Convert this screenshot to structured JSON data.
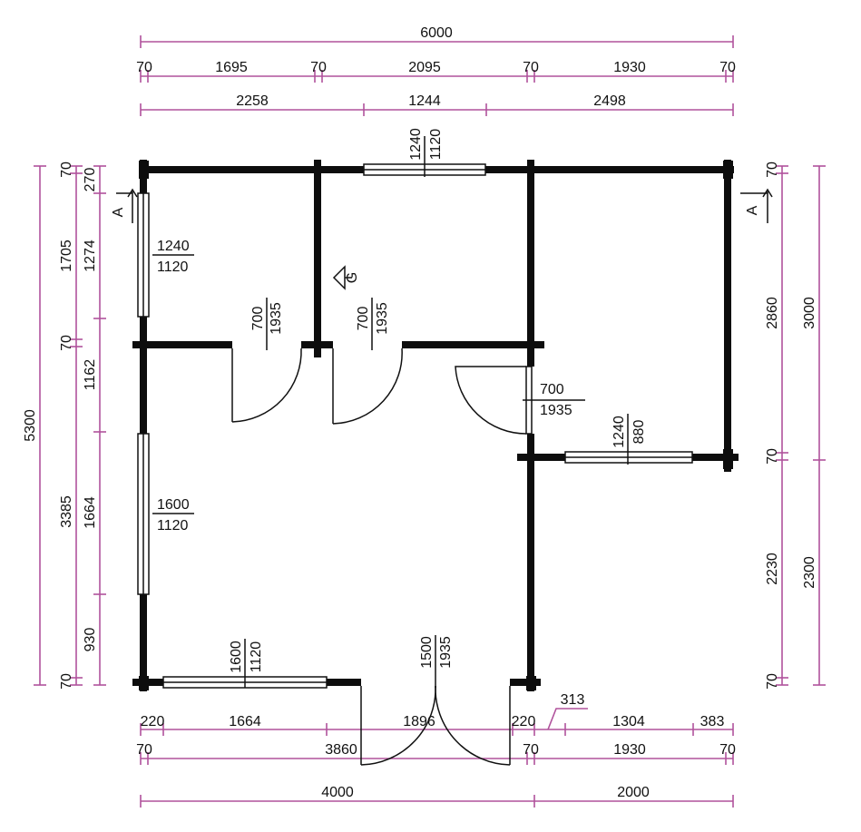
{
  "colors": {
    "dimension": "#b0529c",
    "wall": "#0d0d0d"
  },
  "dimensions": {
    "top_total": "6000",
    "top_row2": [
      "70",
      "1695",
      "70",
      "2095",
      "70",
      "1930",
      "70"
    ],
    "top_row3": [
      "2258",
      "1244",
      "2498"
    ],
    "left_outer": "5300",
    "left_mid": [
      "70",
      "1705",
      "70",
      "3385",
      "70"
    ],
    "left_inner": [
      "270",
      "1274",
      "1162",
      "1664",
      "930"
    ],
    "right_inner": [
      "70",
      "2860",
      "70",
      "2230",
      "70"
    ],
    "right_outer": [
      "3000",
      "2300"
    ],
    "bottom_row1": [
      "220",
      "1664",
      "1896",
      "220",
      "313",
      "1304",
      "383"
    ],
    "bottom_row2": [
      "70",
      "3860",
      "70",
      "1930",
      "70"
    ],
    "bottom_total": [
      "4000",
      "2000"
    ]
  },
  "windows": {
    "top_center": [
      "1240",
      "1120"
    ],
    "left_upper": [
      "1240",
      "1120"
    ],
    "left_lower": [
      "1600",
      "1120"
    ],
    "bottom_left": [
      "1600",
      "1120"
    ],
    "right_inner": [
      "1240",
      "880"
    ]
  },
  "doors": {
    "door_1": [
      "700",
      "1935"
    ],
    "door_2": [
      "700",
      "1935"
    ],
    "door_3": [
      "700",
      "1935"
    ],
    "entrance": [
      "1500",
      "1935"
    ]
  },
  "section_markers": {
    "left": "A",
    "right": "A"
  },
  "icon_letter": "G"
}
